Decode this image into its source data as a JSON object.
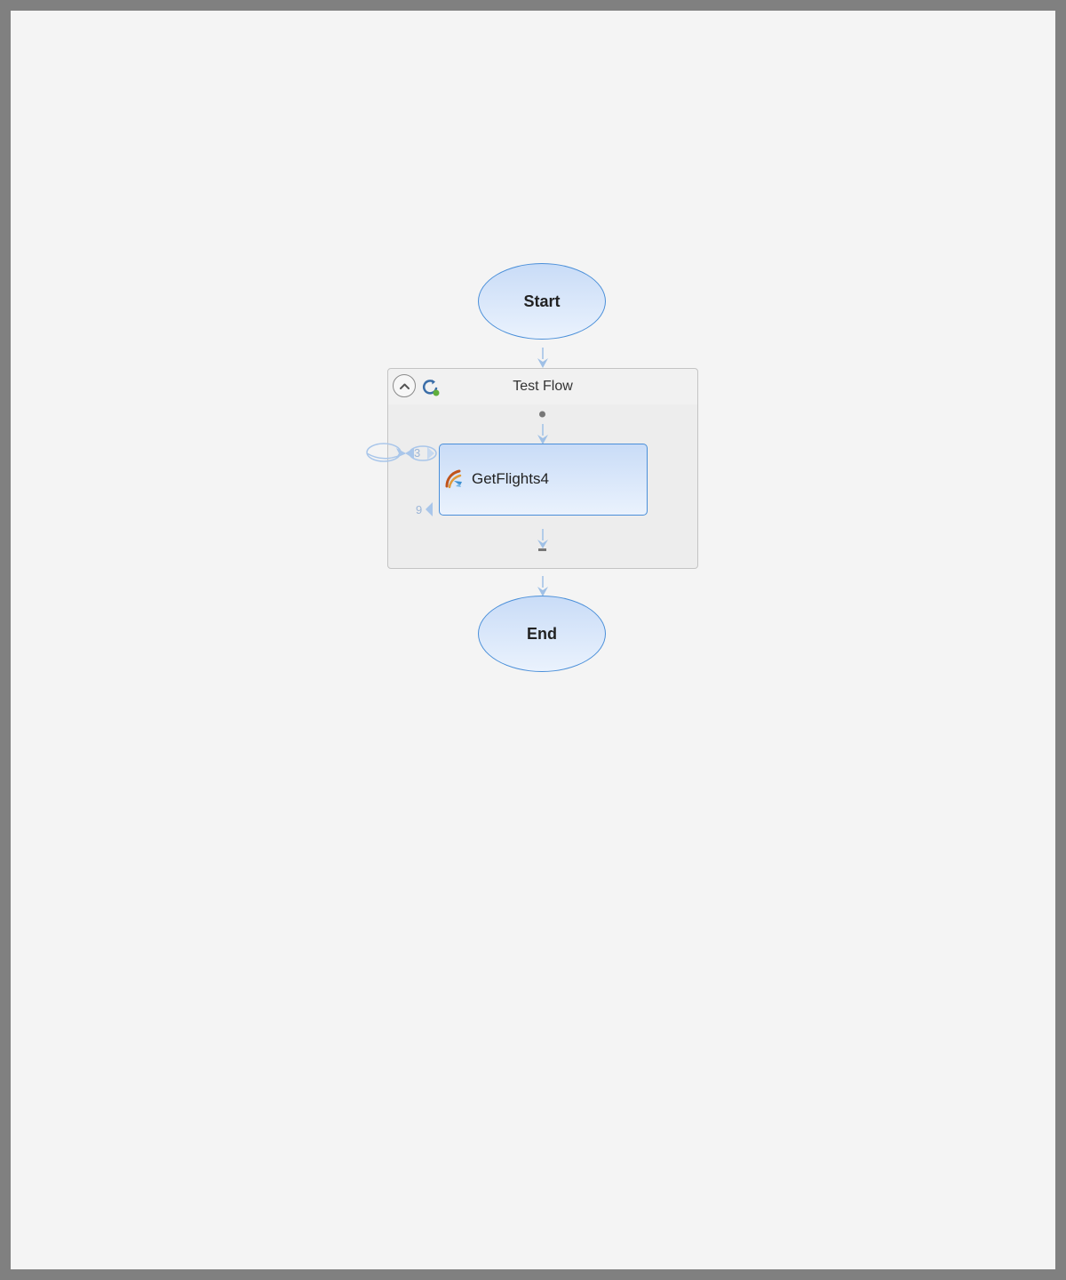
{
  "diagram": {
    "start_label": "Start",
    "end_label": "End",
    "group": {
      "title": "Test Flow",
      "collapse_icon": "chevron-up-icon",
      "loop_icon": "loop-icon"
    },
    "task": {
      "label": "GetFlights4",
      "icon": "service-call-icon",
      "in_port_count": "3",
      "out_port_count": "9"
    }
  },
  "colors": {
    "canvas": "#f4f4f4",
    "frame": "#808080",
    "node_border": "#4a8fd9",
    "node_fill_top": "#c9dcf7",
    "node_fill_bottom": "#eaf2fd",
    "connector": "#9fc0e6",
    "group_border": "#c4c4c4",
    "group_fill": "#ededed"
  }
}
